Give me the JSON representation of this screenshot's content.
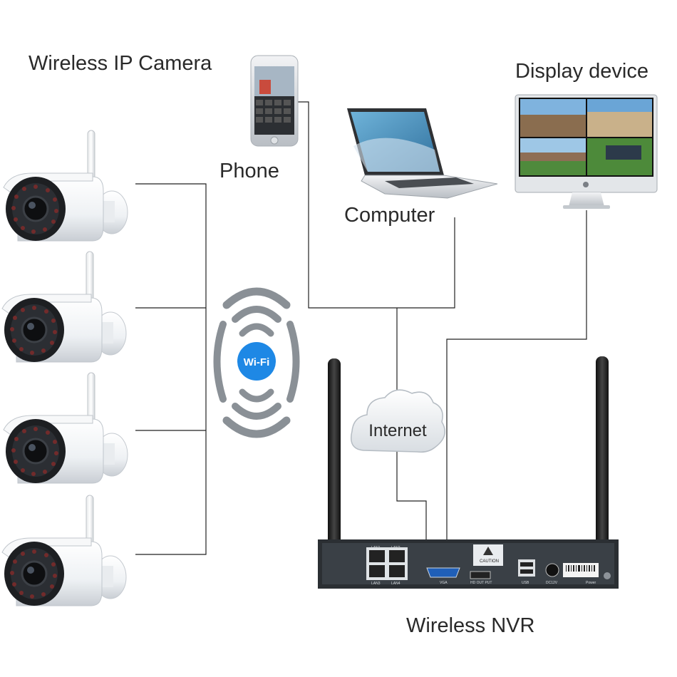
{
  "labels": {
    "camera": "Wireless IP Camera",
    "phone": "Phone",
    "computer": "Computer",
    "display": "Display device",
    "internet": "Internet",
    "nvr": "Wireless NVR",
    "wifi": "Wi-Fi"
  },
  "nvr_panel": {
    "caution": "CAUTION",
    "vga": "VGA",
    "hdmi": "HD OUT PUT",
    "usb": "USB",
    "dc": "DC12V",
    "power": "Power",
    "lan1": "LAN1",
    "lan2": "LAN2",
    "lan3": "LAN3",
    "lan4": "LAN4"
  },
  "colors": {
    "wire": "#222222",
    "wifi_blue": "#1e88e5",
    "camera_body": "#f4f6f8",
    "nvr_body": "#2b2f33"
  },
  "camera_count": 4
}
